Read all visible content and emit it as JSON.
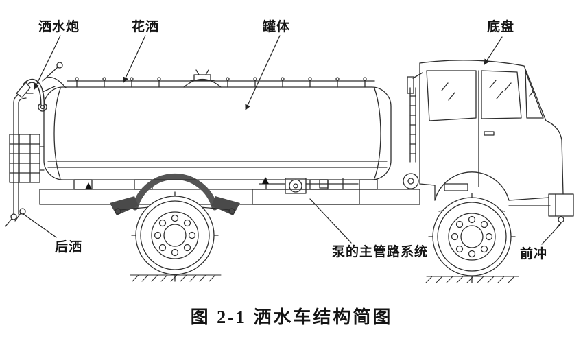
{
  "diagram": {
    "caption": "图 2-1 洒水车结构简图",
    "labels": {
      "water_cannon": "洒水炮",
      "sprinkler": "花洒",
      "tank": "罐体",
      "chassis": "底盘",
      "rear_spray": "后洒",
      "pump_pipeline": "泵的主管路系统",
      "front_flush": "前冲"
    },
    "colors": {
      "line": "#2e2e2e",
      "dark_fill": "#4a4a4a",
      "background": "#ffffff"
    }
  }
}
